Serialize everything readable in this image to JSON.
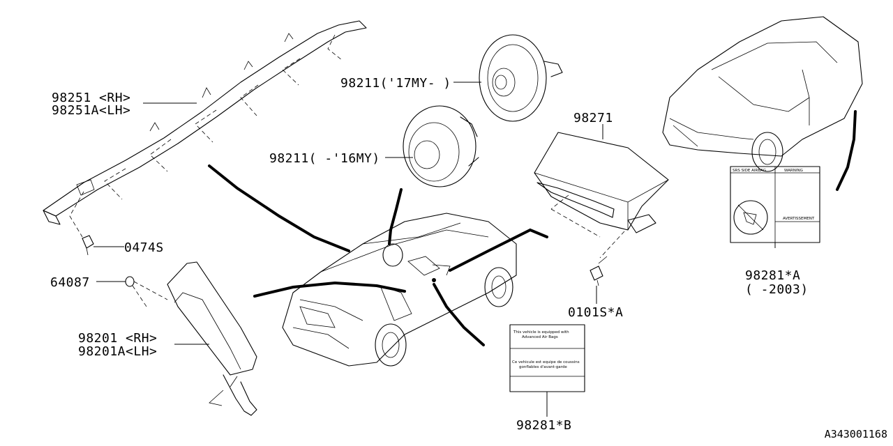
{
  "diagram": {
    "reference_code": "A343001168",
    "callouts": {
      "curtain_rh": "98251  <RH>",
      "curtain_lh": "98251A<LH>",
      "driver_17": "98211('17MY- )",
      "driver_16": "98211( -'16MY)",
      "passenger": "98271",
      "bolt_0474": "0474S",
      "clip_64087": "64087",
      "side_rh": "98201  <RH>",
      "side_lh": "98201A<LH>",
      "bolt_0101": "0101S*A",
      "label_a": "98281*A",
      "label_a_range": "( -2003)",
      "label_b": "98281*B"
    },
    "label_a_text": {
      "title": "SRS SIDE AIRBAG",
      "warning": "WARNING",
      "avertissement": "AVERTISSEMENT"
    },
    "label_b_text": {
      "line1": "This vehicle is equipped with",
      "line2": "Advanced Air Bags",
      "line3": "Ce vehicule est equipe de coussins",
      "line4": "gonflables d'avant-garde"
    }
  }
}
